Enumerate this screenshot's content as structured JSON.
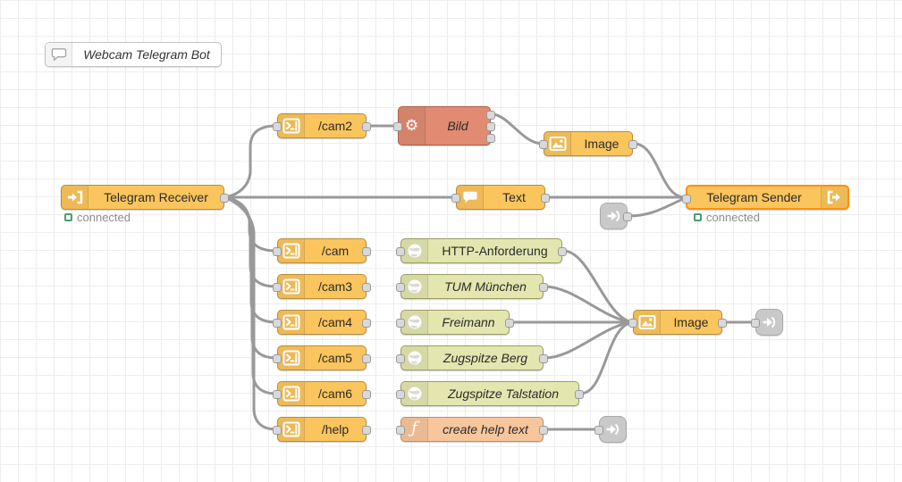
{
  "comment_node": {
    "label": "Webcam Telegram Bot"
  },
  "telegram_receiver": {
    "label": "Telegram Receiver",
    "status": "connected"
  },
  "telegram_sender": {
    "label": "Telegram Sender",
    "status": "connected"
  },
  "command_nodes": {
    "cam2": "/cam2",
    "cam": "/cam",
    "cam3": "/cam3",
    "cam4": "/cam4",
    "cam5": "/cam5",
    "cam6": "/cam6",
    "help": "/help"
  },
  "process_nodes": {
    "bild": "Bild",
    "image_top": "Image",
    "text": "Text",
    "http_request": "HTTP-Anforderung",
    "tum_muenchen": "TUM München",
    "freimann": "Freimann",
    "zugspitze_berg": "Zugspitze Berg",
    "zugspitze_talstation": "Zugspitze Talstation",
    "create_help_text": "create help text",
    "image_bottom": "Image"
  },
  "icons": {
    "comment": "speech-bubble-outline",
    "telegram_receiver": "arrow-into-bracket",
    "telegram_sender": "arrow-out-of-bracket",
    "command": "terminal-prompt",
    "bild": "gear",
    "image": "picture",
    "text": "speech-bubble",
    "http_request": "globe",
    "function": "italic-f",
    "link": "link-arrow"
  },
  "colors": {
    "telegram_node": "#fbc55d",
    "selected_border": "#ff8f0f",
    "bild_node": "#e18b72",
    "http_node": "#e3e6af",
    "function_node": "#f8c69c",
    "link_node": "#c9c9c9",
    "wire": "#999999",
    "status_green": "#4b9e70",
    "port": "#d9d9d9",
    "grid": "#ededed"
  }
}
